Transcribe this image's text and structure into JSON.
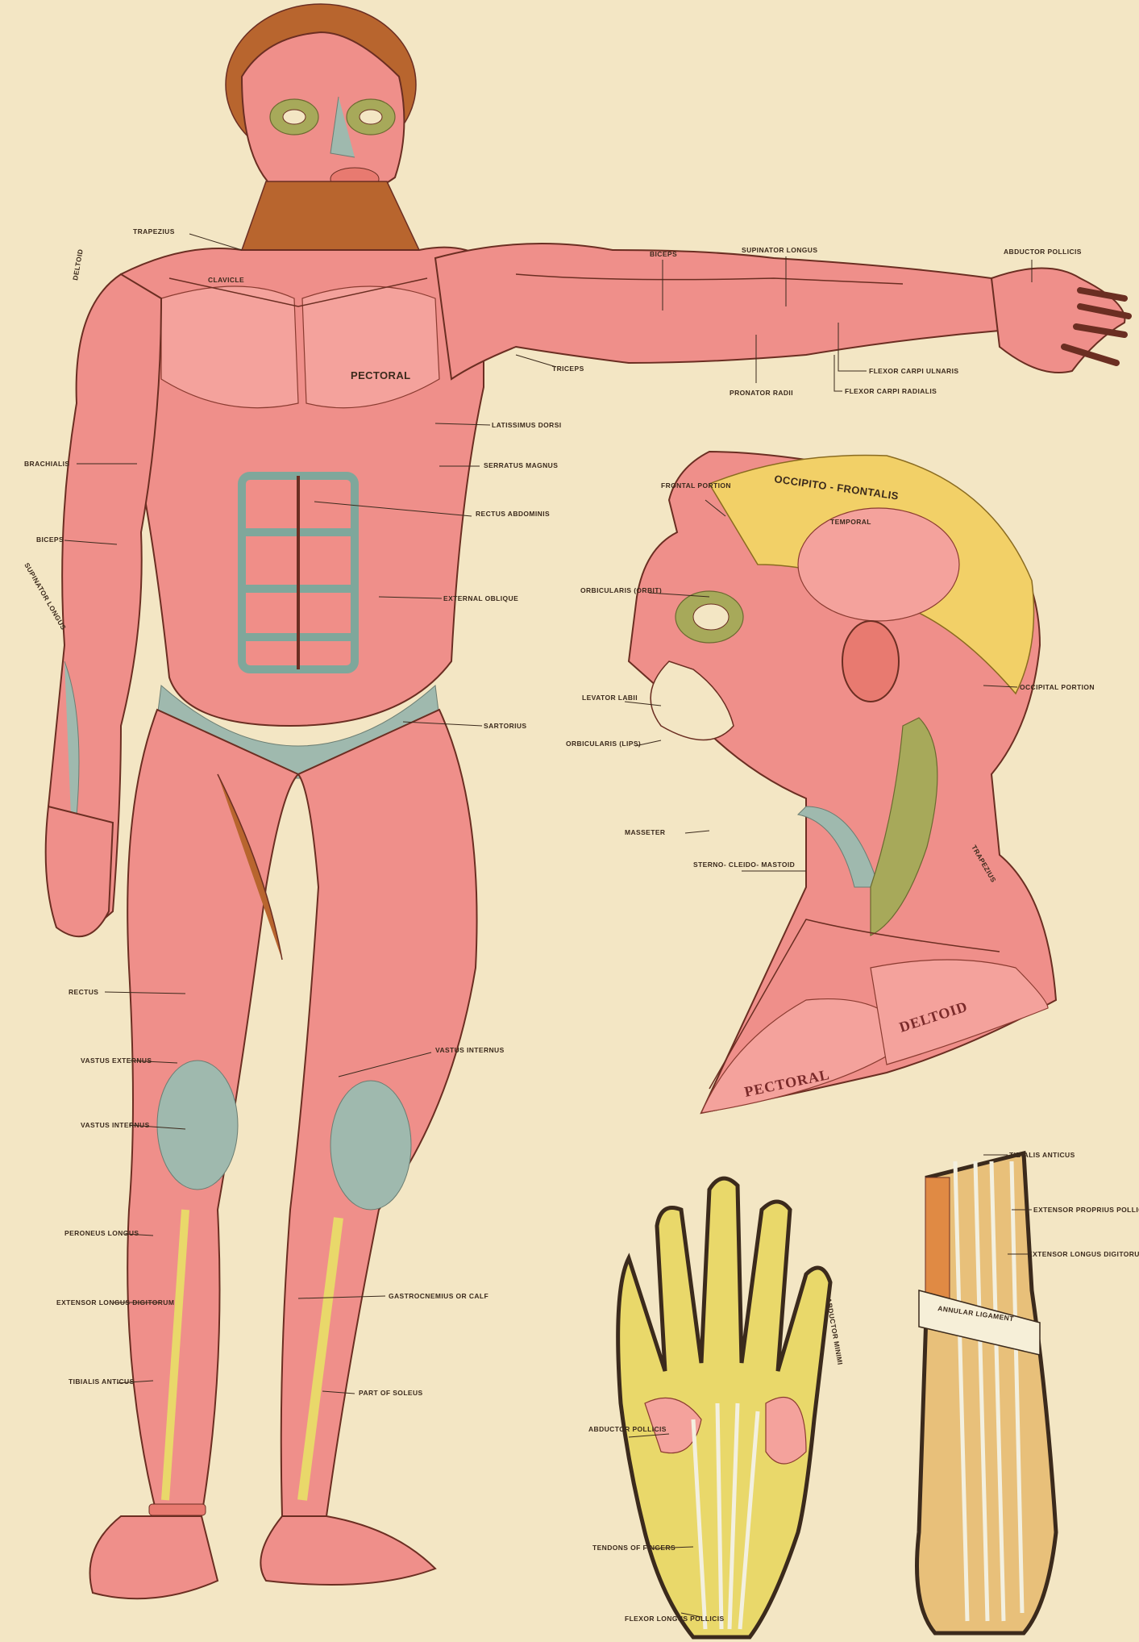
{
  "figure_body": {
    "labels": {
      "trapezius": "TRAPEZIUS",
      "deltoid": "DELTOID",
      "clavicle": "CLAVICLE",
      "pectoral": "PECTORAL",
      "brachialis": "BRACHIALIS",
      "biceps": "BICEPS",
      "supinator_longus": "SUPINATOR LONGUS",
      "triceps": "TRICEPS",
      "latissimus_dorsi": "LATISSIMUS DORSI",
      "serratus_magnus": "SERRATUS MAGNUS",
      "rectus_abdominis": "RECTUS ABDOMINIS",
      "external_oblique": "EXTERNAL OBLIQUE",
      "sartorius": "SARTORIUS",
      "rectus": "RECTUS",
      "vastus_externus": "VASTUS EXTERNUS",
      "vastus_internus_right": "VASTUS INTERNUS",
      "vastus_internus_left": "VASTUS INTERNUS",
      "peroneus_longus": "PERONEUS LONGUS",
      "extensor_longus_digitorum": "EXTENSOR LONGUS DIGITORUM",
      "tibialis_anticus": "TIBIALIS ANTICUS",
      "gastrocnemius": "GASTROCNEMIUS OR CALF",
      "part_of_soleus": "PART OF SOLEUS"
    }
  },
  "figure_arm": {
    "labels": {
      "biceps": "BICEPS",
      "supinator_longus": "SUPINATOR LONGUS",
      "abductor_pollicis": "ABDUCTOR POLLICIS",
      "flexor_carpi_ulnaris": "FLEXOR CARPI ULNARIS",
      "flexor_carpi_radialis": "FLEXOR CARPI RADIALIS",
      "pronator_radii": "PRONATOR RADII"
    }
  },
  "figure_head": {
    "labels": {
      "occipito_frontalis": "OCCIPITO - FRONTALIS",
      "frontal_portion": "FRONTAL PORTION",
      "temporal": "TEMPORAL",
      "orbicularis_orbit": "ORBICULARIS (ORBIT)",
      "levator_labii": "LEVATOR LABII",
      "orbicularis_lips": "ORBICULARIS (LIPS)",
      "occipital_portion": "OCCIPITAL PORTION",
      "masseter": "MASSETER",
      "sterno_cleido_mastoid": "STERNO- CLEIDO- MASTOID",
      "trapezius": "TRAPEZIUS",
      "deltoid": "DELTOID",
      "pectoral": "PECTORAL"
    }
  },
  "figure_hand": {
    "labels": {
      "abductor_pollicis": "ABDUCTOR POLLICIS",
      "abductor_minimi": "ABDUCTOR MINIMI",
      "tendons_of_fingers": "TENDONS OF FINGERS",
      "flexor_longus_pollicis": "FLEXOR LONGUS POLLICIS"
    }
  },
  "figure_foot": {
    "labels": {
      "tibialis_anticus": "TIBIALIS ANTICUS",
      "extensor_proprius_pollicis": "EXTENSOR PROPRIUS POLLICIS",
      "extensor_longus_digitorum": "EXTENSOR LONGUS DIGITORUM",
      "annular_ligament": "ANNULAR LIGAMENT"
    }
  }
}
